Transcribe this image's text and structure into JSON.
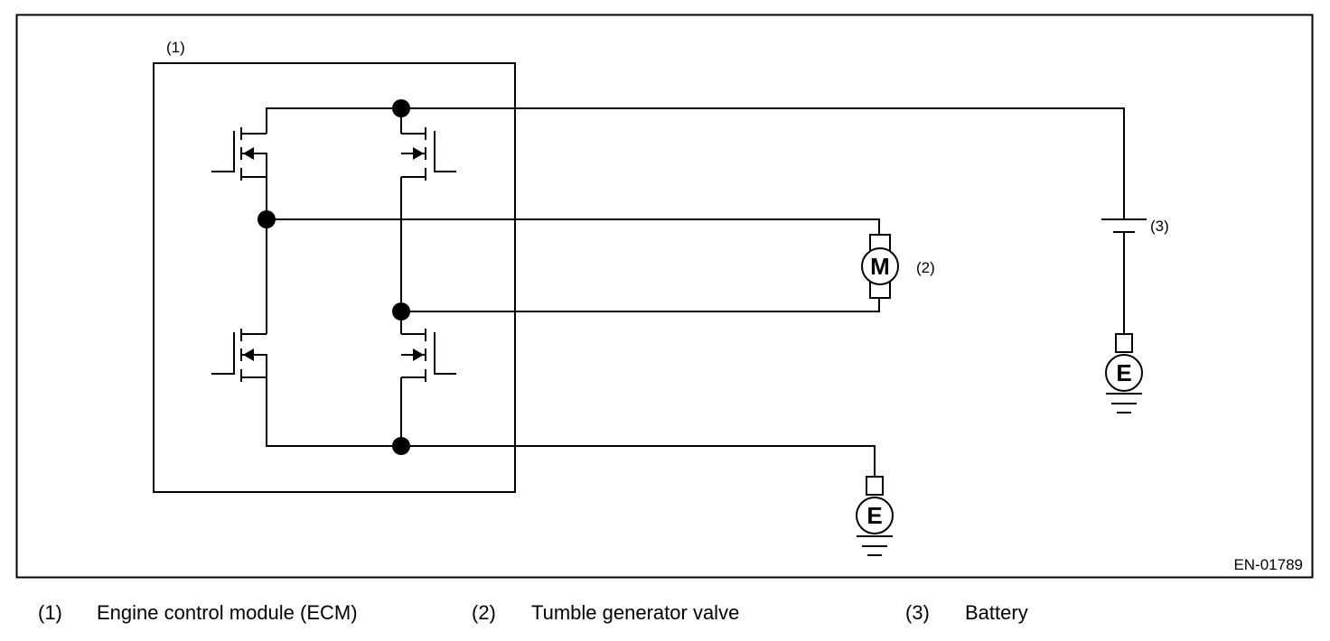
{
  "figure_code": "EN-01789",
  "callouts": {
    "ecm": "(1)",
    "valve": "(2)",
    "battery": "(3)"
  },
  "symbols": {
    "motor": "M",
    "ground": "E"
  },
  "legend": [
    {
      "num": "(1)",
      "text": "Engine control module (ECM)"
    },
    {
      "num": "(2)",
      "text": "Tumble generator valve"
    },
    {
      "num": "(3)",
      "text": "Battery"
    }
  ]
}
